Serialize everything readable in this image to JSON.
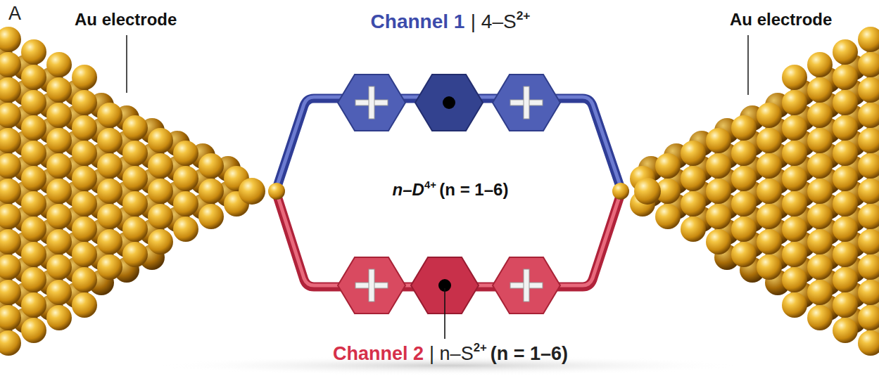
{
  "diagram": {
    "labels": [
      "A",
      "Au electrode",
      "Au electrode",
      "Channel 1",
      "| 4–S",
      "2+",
      "n–D",
      "4+",
      "(n = 1–6)",
      "Channel 2",
      "| n–S",
      "2+",
      "(n = 1–6)"
    ]
  }
}
